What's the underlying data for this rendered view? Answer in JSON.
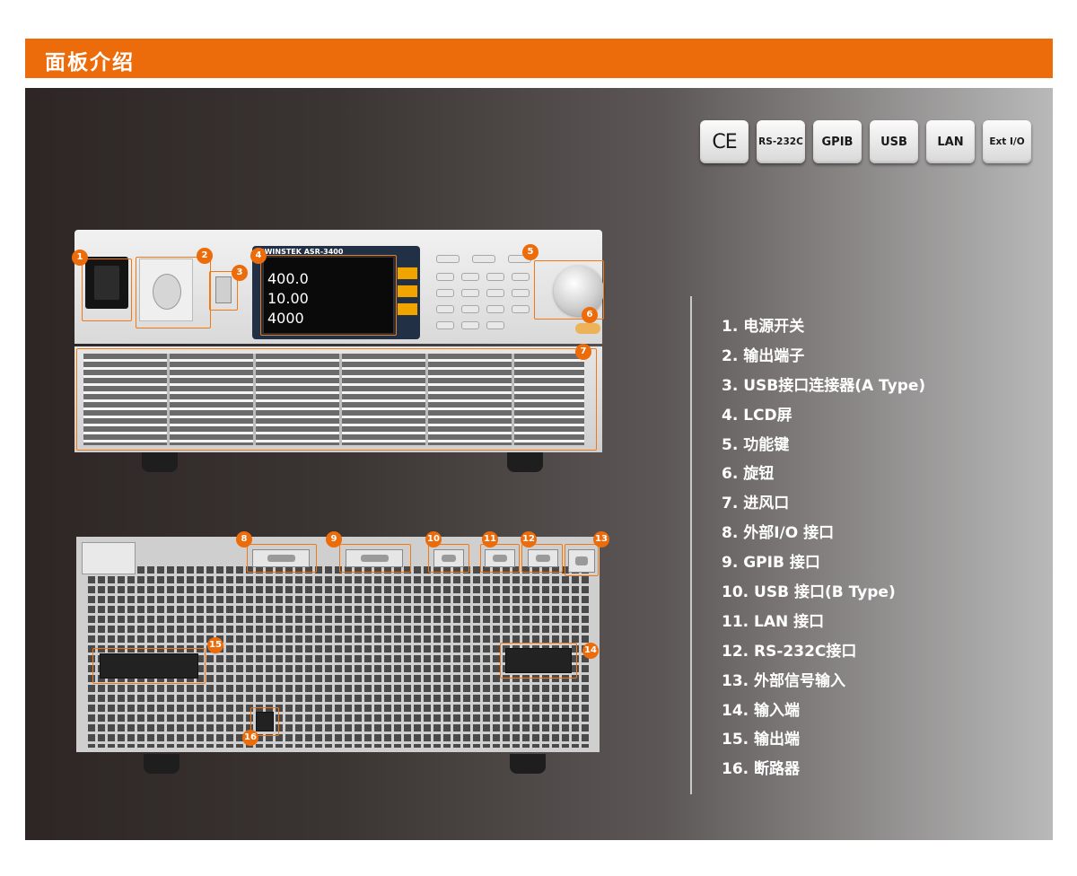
{
  "header": {
    "title": "面板介绍"
  },
  "badges": [
    {
      "label": "CE",
      "style": "ce"
    },
    {
      "label": "RS-232C",
      "style": "small"
    },
    {
      "label": "GPIB",
      "style": ""
    },
    {
      "label": "USB",
      "style": ""
    },
    {
      "label": "LAN",
      "style": ""
    },
    {
      "label": "Ext I/O",
      "style": "small"
    }
  ],
  "legend": [
    "1. 电源开关",
    "2. 输出端子",
    "3. USB接口连接器(A Type)",
    "4. LCD屏",
    "5. 功能键",
    "6. 旋钮",
    "7. 进风口",
    "8. 外部I/O 接口",
    "9. GPIB 接口",
    "10. USB 接口(B Type)",
    "11. LAN 接口",
    "12. RS-232C接口",
    "13. 外部信号输入",
    "14. 输入端",
    "15. 输出端",
    "16. 断路器"
  ],
  "device": {
    "brand": "GWINSTEK ASR-3400",
    "lcd_values": [
      "400.0",
      "10.00",
      "4000"
    ]
  },
  "markers": [
    "1",
    "2",
    "3",
    "4",
    "5",
    "6",
    "7",
    "8",
    "9",
    "10",
    "11",
    "12",
    "13",
    "14",
    "15",
    "16"
  ],
  "colors": {
    "accent": "#ec6b0a",
    "legend_text": "#ffffff"
  }
}
